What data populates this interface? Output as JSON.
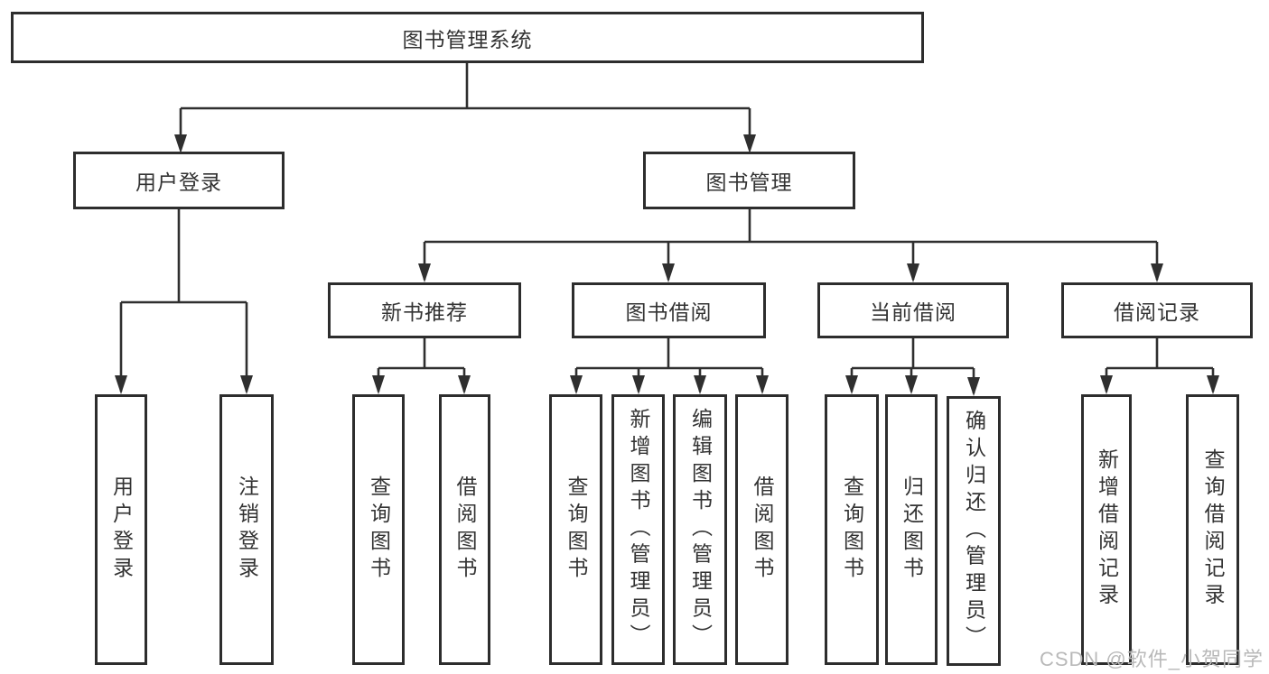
{
  "tree": {
    "root": {
      "label": "图书管理系统",
      "children": [
        {
          "label": "用户登录",
          "children": [
            {
              "label": "用户登录"
            },
            {
              "label": "注销登录"
            }
          ]
        },
        {
          "label": "图书管理",
          "children": [
            {
              "label": "新书推荐",
              "children": [
                {
                  "label": "查询图书"
                },
                {
                  "label": "借阅图书"
                }
              ]
            },
            {
              "label": "图书借阅",
              "children": [
                {
                  "label": "查询图书"
                },
                {
                  "label": "新增图书（管理员）"
                },
                {
                  "label": "编辑图书（管理员）"
                },
                {
                  "label": "借阅图书"
                }
              ]
            },
            {
              "label": "当前借阅",
              "children": [
                {
                  "label": "查询图书"
                },
                {
                  "label": "归还图书"
                },
                {
                  "label": "确认归还（管理员）"
                }
              ]
            },
            {
              "label": "借阅记录",
              "children": [
                {
                  "label": "新增借阅记录"
                },
                {
                  "label": "查询借阅记录"
                }
              ]
            }
          ]
        }
      ]
    }
  },
  "watermark": "CSDN @软件_小贺同学",
  "colors": {
    "line": "#2f2f2f",
    "box_border": "#2d2d2d",
    "text": "#333333",
    "watermark": "#b9b9b9",
    "background": "#ffffff"
  }
}
